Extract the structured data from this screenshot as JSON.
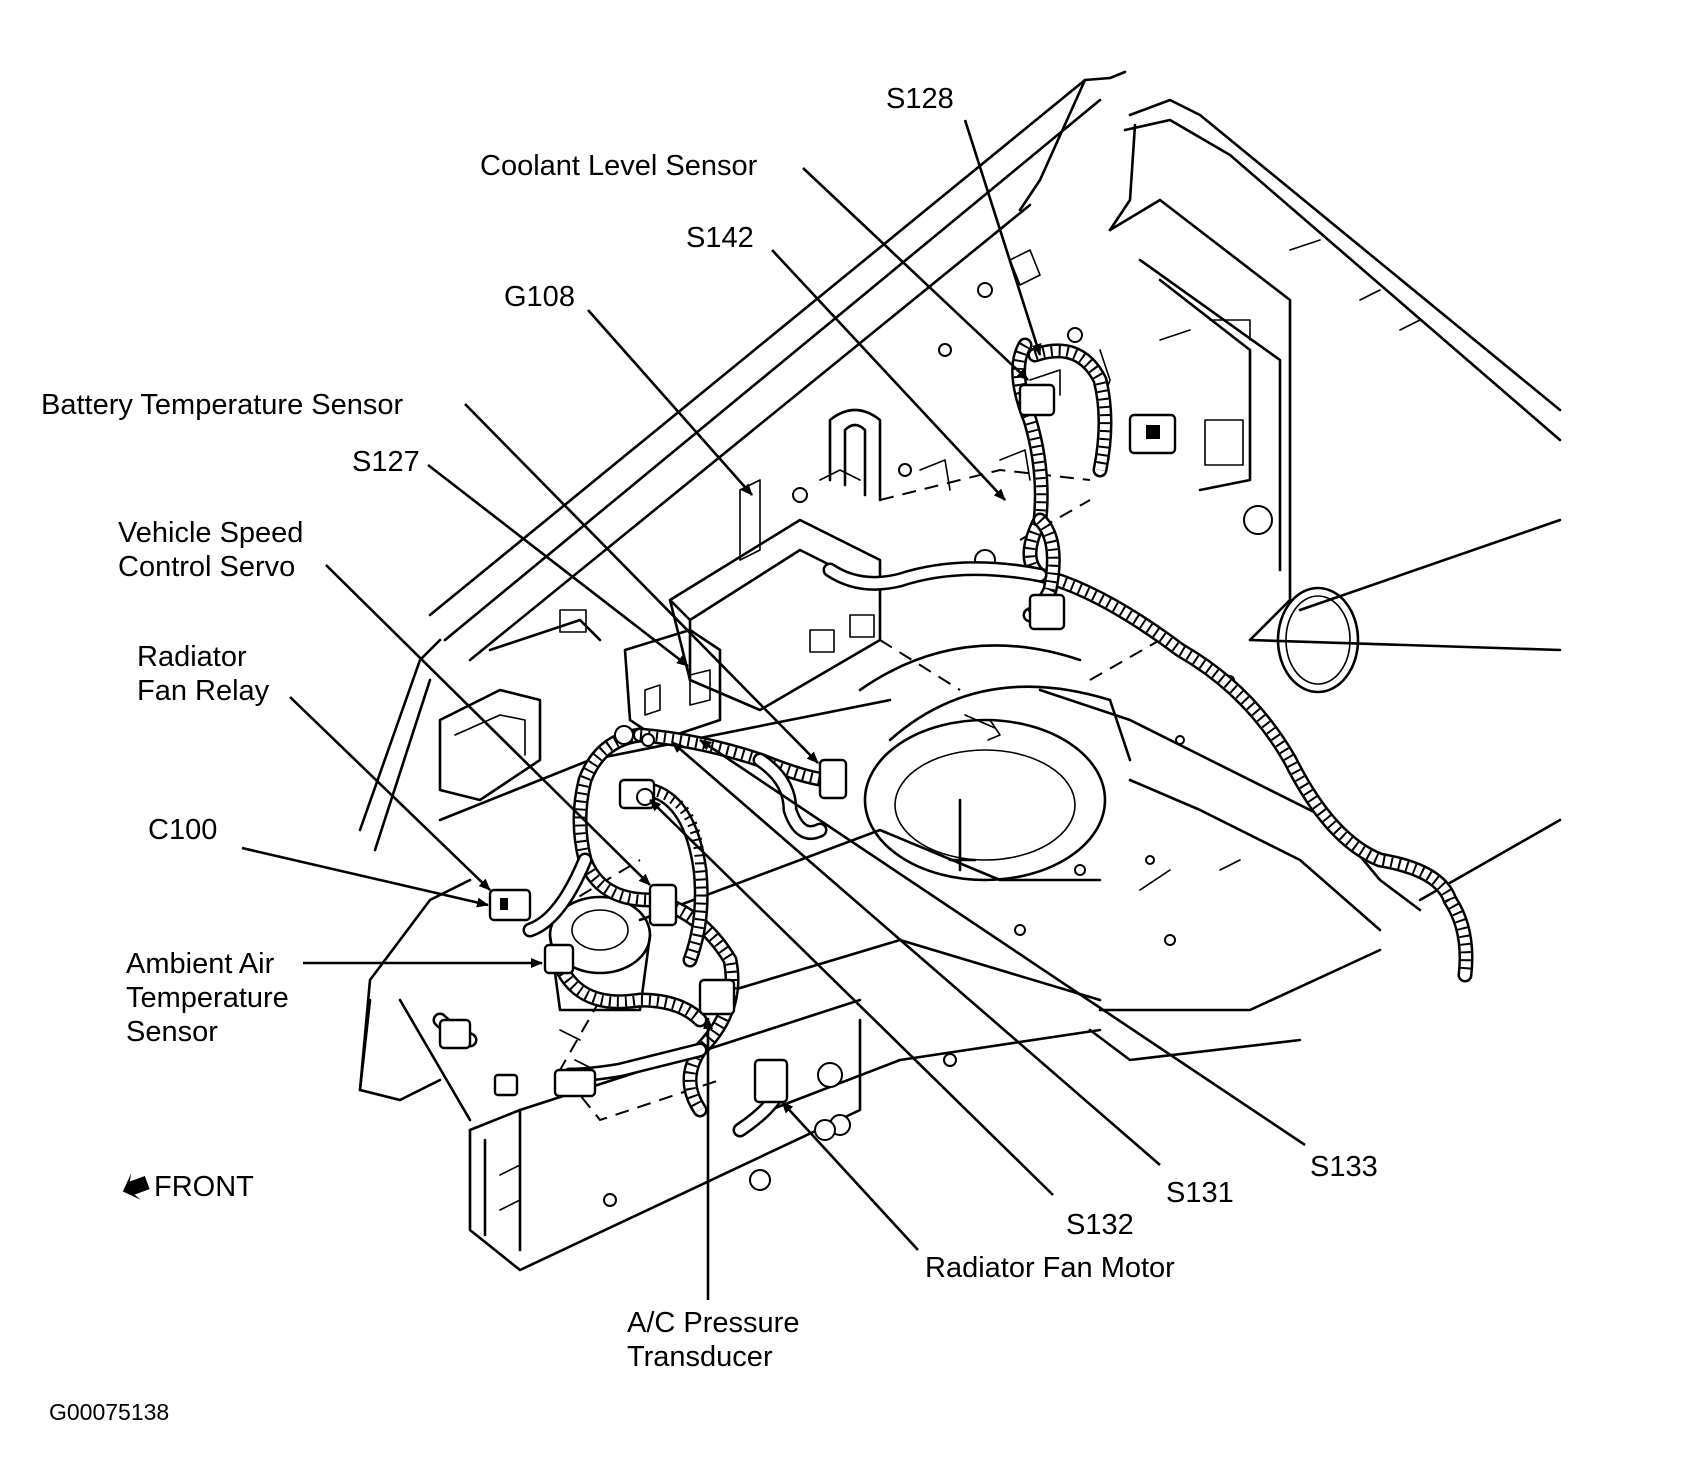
{
  "labels": {
    "s128": "S128",
    "coolant_level_sensor": "Coolant Level Sensor",
    "s142": "S142",
    "g108": "G108",
    "battery_temperature_sensor": "Battery Temperature Sensor",
    "s127": "S127",
    "vehicle_speed_control_servo": [
      "Vehicle Speed",
      "Control Servo"
    ],
    "radiator_fan_relay": [
      "Radiator",
      "Fan Relay"
    ],
    "c100": "C100",
    "ambient_air_temperature_sensor": [
      "Ambient Air",
      "Temperature",
      "Sensor"
    ],
    "front": "FRONT",
    "s133": "S133",
    "s131": "S131",
    "s132": "S132",
    "radiator_fan_motor": "Radiator Fan Motor",
    "ac_pressure_transducer": [
      "A/C Pressure",
      "Transducer"
    ]
  },
  "figure_code": "G00075138"
}
